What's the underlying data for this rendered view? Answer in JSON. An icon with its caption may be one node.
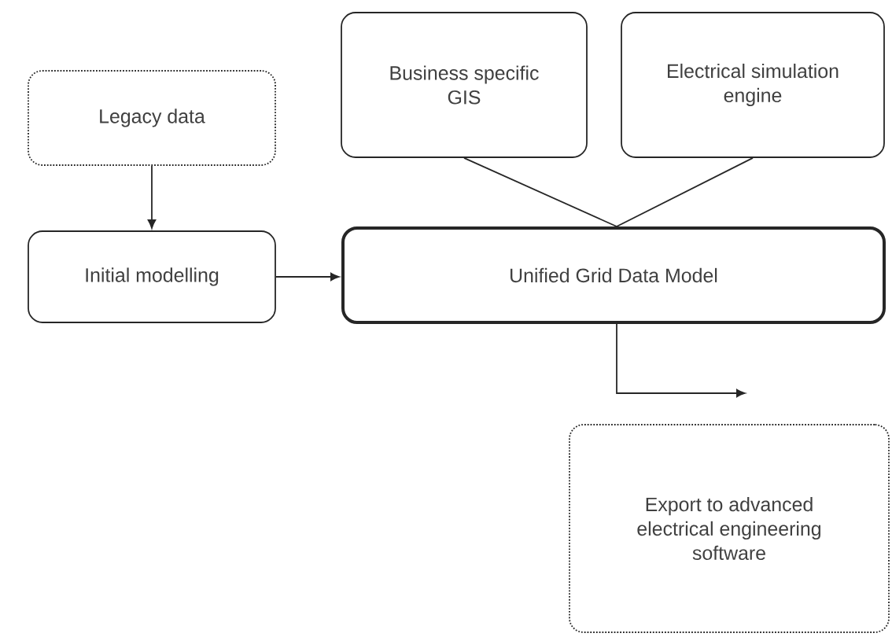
{
  "diagram": {
    "nodes": [
      {
        "text": [
          "Business specific GIS"
        ]
      },
      {
        "text": [
          "Electrical simulation engine"
        ]
      },
      {
        "text": [
          "Legacy data"
        ]
      },
      {
        "text": [
          "Initial modelling"
        ]
      },
      {
        "text": [
          "Unified Grid Data Model"
        ]
      },
      {
        "text": [
          "Export to advanced electrical engineering software"
        ]
      }
    ],
    "edges": [
      {
        "from": 2,
        "to": 3,
        "arrow": "to"
      },
      {
        "from": 3,
        "to": 4,
        "arrow": "to"
      },
      {
        "from": 0,
        "to": 4,
        "arrow": "none"
      },
      {
        "from": 1,
        "to": 4,
        "arrow": "none"
      },
      {
        "from": 4,
        "to": null,
        "arrow": "to"
      }
    ]
  }
}
